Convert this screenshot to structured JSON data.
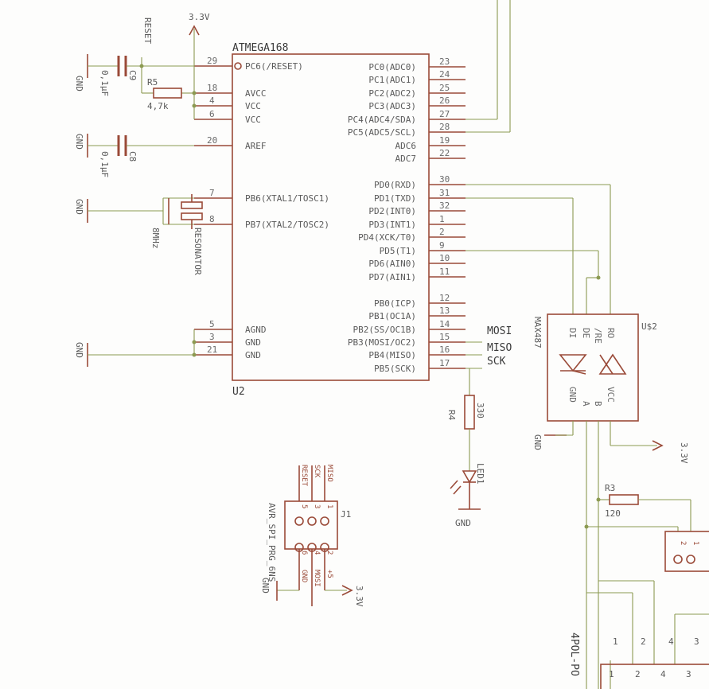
{
  "title": "",
  "power": {
    "v33_top": "3.3V",
    "v33_max": "3.3V",
    "v33_j1": "3.3V"
  },
  "gnd": {
    "label": "GND"
  },
  "mcu": {
    "name": "ATMEGA168",
    "ref": "U2",
    "left_pins": [
      {
        "num": "29",
        "name": "PC6(/RESET)"
      },
      {
        "num": "18",
        "name": "AVCC"
      },
      {
        "num": "4",
        "name": "VCC"
      },
      {
        "num": "6",
        "name": "VCC"
      },
      {
        "num": "20",
        "name": "AREF"
      },
      {
        "num": "7",
        "name": "PB6(XTAL1/TOSC1)"
      },
      {
        "num": "8",
        "name": "PB7(XTAL2/TOSC2)"
      },
      {
        "num": "5",
        "name": "AGND"
      },
      {
        "num": "3",
        "name": "GND"
      },
      {
        "num": "21",
        "name": "GND"
      }
    ],
    "right_pins": [
      {
        "num": "23",
        "name": "PC0(ADC0)"
      },
      {
        "num": "24",
        "name": "PC1(ADC1)"
      },
      {
        "num": "25",
        "name": "PC2(ADC2)"
      },
      {
        "num": "26",
        "name": "PC3(ADC3)"
      },
      {
        "num": "27",
        "name": "PC4(ADC4/SDA)"
      },
      {
        "num": "28",
        "name": "PC5(ADC5/SCL)"
      },
      {
        "num": "19",
        "name": "ADC6"
      },
      {
        "num": "22",
        "name": "ADC7"
      },
      {
        "num": "30",
        "name": "PD0(RXD)"
      },
      {
        "num": "31",
        "name": "PD1(TXD)"
      },
      {
        "num": "32",
        "name": "PD2(INT0)"
      },
      {
        "num": "1",
        "name": "PD3(INT1)"
      },
      {
        "num": "2",
        "name": "PD4(XCK/T0)"
      },
      {
        "num": "9",
        "name": "PD5(T1)"
      },
      {
        "num": "10",
        "name": "PD6(AIN0)"
      },
      {
        "num": "11",
        "name": "PD7(AIN1)"
      },
      {
        "num": "12",
        "name": "PB0(ICP)"
      },
      {
        "num": "13",
        "name": "PB1(OC1A)"
      },
      {
        "num": "14",
        "name": "PB2(SS/OC1B)"
      },
      {
        "num": "15",
        "name": "PB3(MOSI/OC2)"
      },
      {
        "num": "16",
        "name": "PB4(MISO)"
      },
      {
        "num": "17",
        "name": "PB5(SCK)"
      }
    ]
  },
  "nets": {
    "reset": "RESET",
    "mosi": "MOSI",
    "miso": "MISO",
    "sck": "SCK"
  },
  "components": {
    "c9": {
      "ref": "C9",
      "value": "0,1µF"
    },
    "c8": {
      "ref": "C8",
      "value": "0,1µF"
    },
    "r5": {
      "ref": "R5",
      "value": "4,7k"
    },
    "resonator": {
      "name": "RESONATOR",
      "value": "8MHz"
    },
    "r4": {
      "ref": "R4",
      "value": "330"
    },
    "led": {
      "ref": "LED1"
    },
    "r3": {
      "ref": "R3",
      "value": "120"
    }
  },
  "max487": {
    "name": "MAX487",
    "ref": "U$2",
    "pins": [
      "DI",
      "DE",
      "/RE",
      "RO",
      "GND",
      "A",
      "B",
      "VCC"
    ]
  },
  "j1": {
    "ref": "J1",
    "name": "AVR_SPI_PRG_6NS",
    "top_labels": [
      "RESET",
      "SCK",
      "MISO"
    ],
    "top_nums": [
      "5",
      "3",
      "1"
    ],
    "bottom_nums": [
      "6",
      "4",
      "2"
    ],
    "bottom_labels": [
      "GND",
      "MOSI",
      "+5"
    ]
  },
  "connector": {
    "name": "4POL-PO",
    "nums_top": [
      "1",
      "2",
      "4",
      "3"
    ],
    "nums_bottom": [
      "1",
      "2",
      "4",
      "3"
    ]
  },
  "small_conn": {
    "nums": [
      "2",
      "1"
    ]
  }
}
